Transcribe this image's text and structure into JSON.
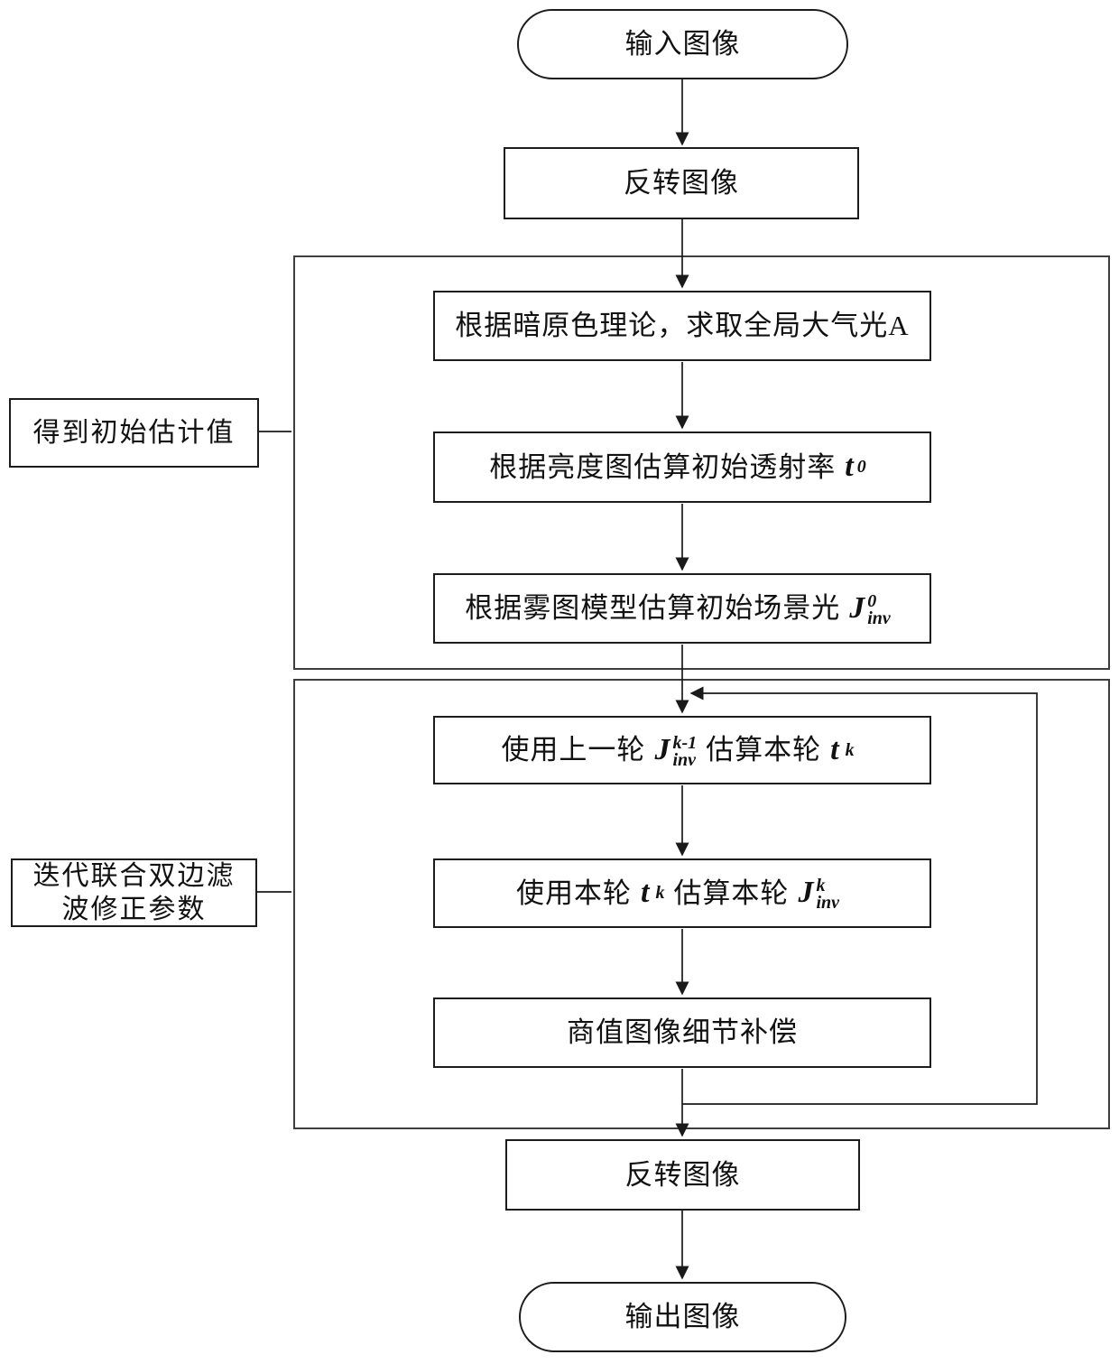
{
  "nodes": {
    "input": {
      "label": "输入图像"
    },
    "invert_top": {
      "label": "反转图像"
    },
    "step_atmospheric": {
      "text": "根据暗原色理论，求取全局大气光A"
    },
    "step_transmission": {
      "text": "根据亮度图估算初始透射率",
      "math": {
        "base": "t",
        "sub": "0"
      }
    },
    "step_scene_light": {
      "text": "根据雾图模型估算初始场景光",
      "math": {
        "base": "J",
        "sup": "0",
        "sub": "inv"
      }
    },
    "step_iter_t": {
      "text_before": "使用上一轮",
      "math1": {
        "base": "J",
        "sup": "k-1",
        "sub": "inv"
      },
      "text_mid": "估算本轮",
      "math2": {
        "base": "t",
        "sup": "k"
      }
    },
    "step_iter_j": {
      "text_before": "使用本轮",
      "math1": {
        "base": "t",
        "sup": "k"
      },
      "text_mid": "估算本轮",
      "math2": {
        "base": "J",
        "sup": "k",
        "sub": "inv"
      }
    },
    "step_detail": {
      "text": "商值图像细节补偿"
    },
    "invert_bottom": {
      "label": "反转图像"
    },
    "output": {
      "label": "输出图像"
    },
    "label_initial": {
      "label": "得到初始估计值"
    },
    "label_iterative": {
      "line1": "迭代联合双边滤",
      "line2": "波修正参数"
    }
  },
  "colors": {
    "line": "#1a1a1a",
    "node_border": "#1c1c1c",
    "container_border": "#3d3d3d",
    "background": "#ffffff",
    "text": "#111111"
  }
}
